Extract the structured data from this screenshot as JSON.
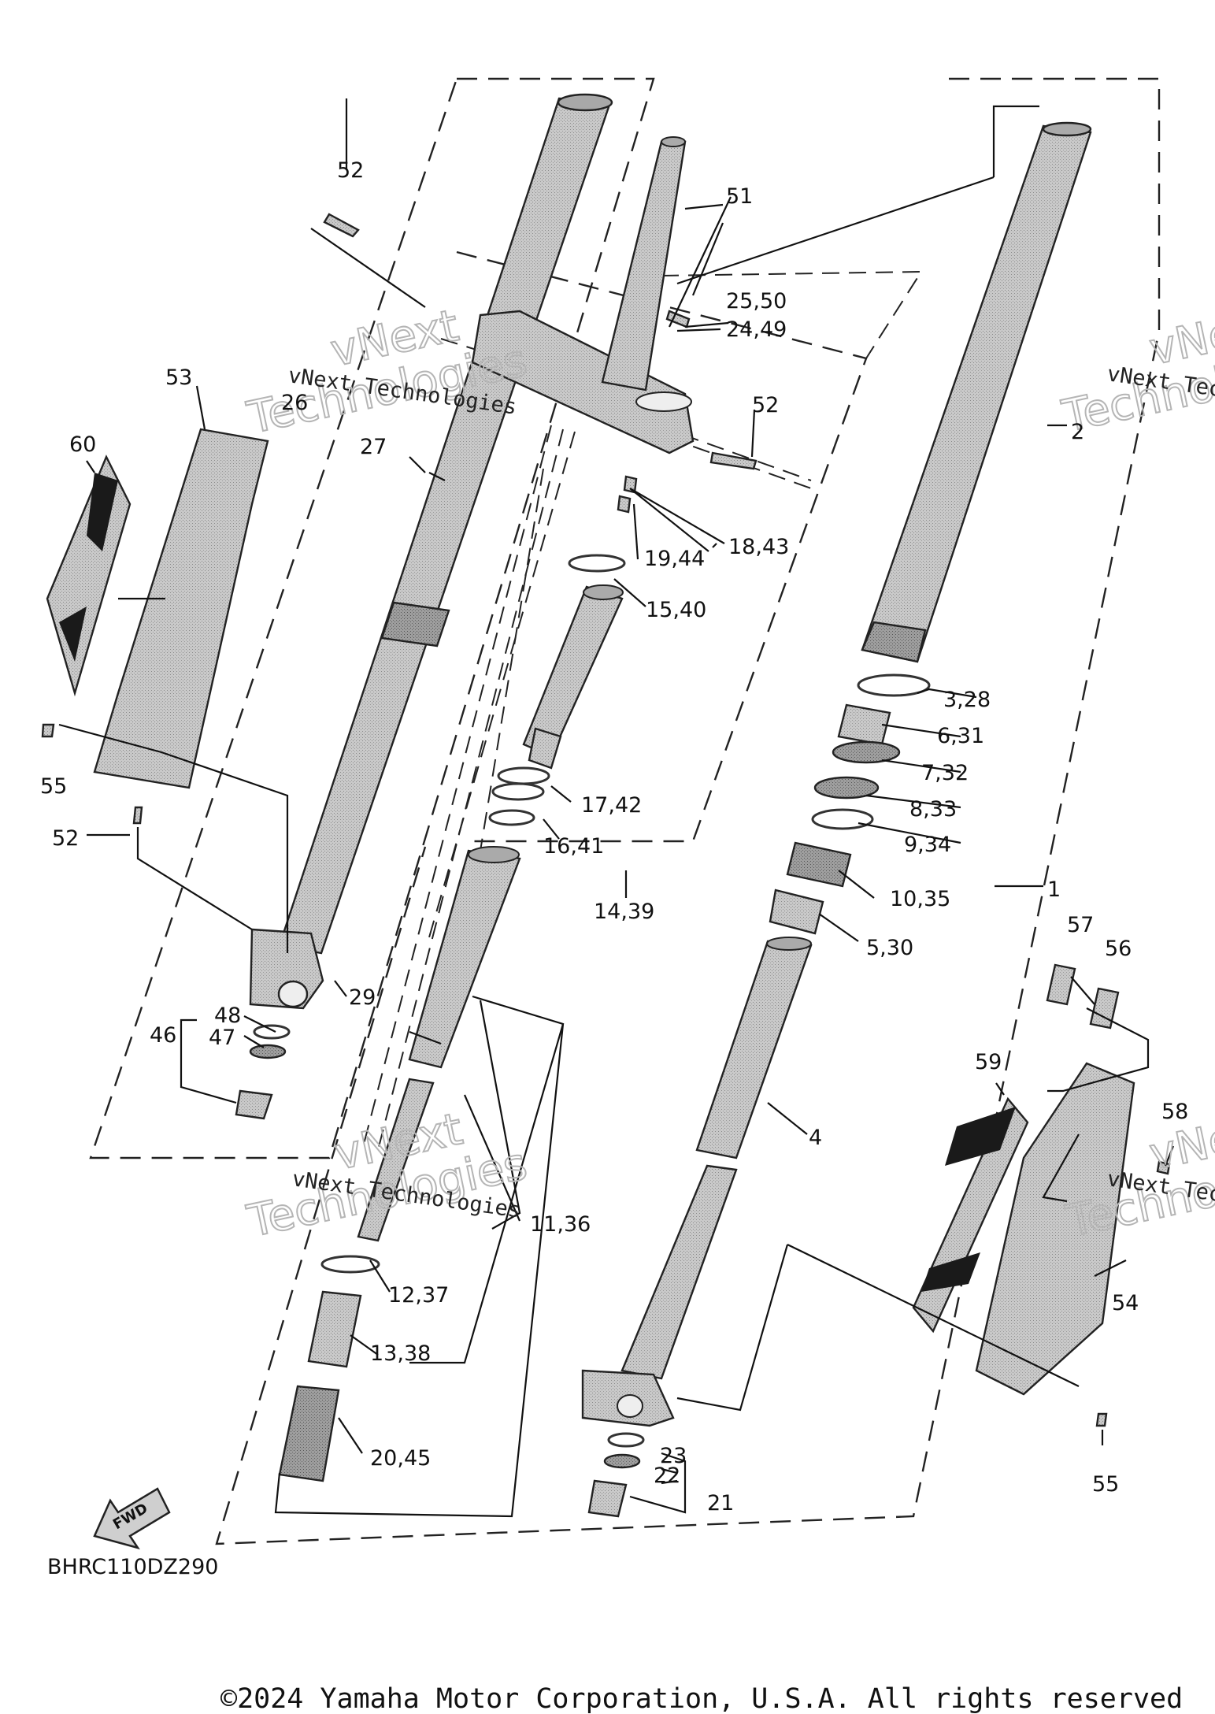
{
  "diagram_code": "BHRC110DZ290",
  "copyright": "©2024 Yamaha Motor Corporation, U.S.A. All rights reserved",
  "watermark": {
    "line1": "vNext Technologies",
    "line2": "vNext",
    "line3": "Technologies"
  },
  "fwd_label": "FWD",
  "callouts": {
    "c1": "1",
    "c2": "2",
    "c3": "3,28",
    "c4": "4",
    "c5": "5,30",
    "c6": "6,31",
    "c7": "7,32",
    "c8": "8,33",
    "c9": "9,34",
    "c10": "10,35",
    "c11": "11,36",
    "c12": "12,37",
    "c13": "13,38",
    "c14": "14,39",
    "c15": "15,40",
    "c16": "16,41",
    "c17": "17,42",
    "c18": "18,43",
    "c19": "19,44",
    "c20": "20,45",
    "c21": "21",
    "c22": "22",
    "c23": "23",
    "c24": "24,49",
    "c25": "25,50",
    "c26": "26",
    "c27": "27",
    "c29": "29",
    "c46": "46",
    "c47": "47",
    "c48": "48",
    "c51": "51",
    "c52a": "52",
    "c52b": "52",
    "c52c": "52",
    "c53": "53",
    "c54": "54",
    "c55a": "55",
    "c55b": "55",
    "c56": "56",
    "c57": "57",
    "c58": "58",
    "c59": "59",
    "c60": "60"
  }
}
